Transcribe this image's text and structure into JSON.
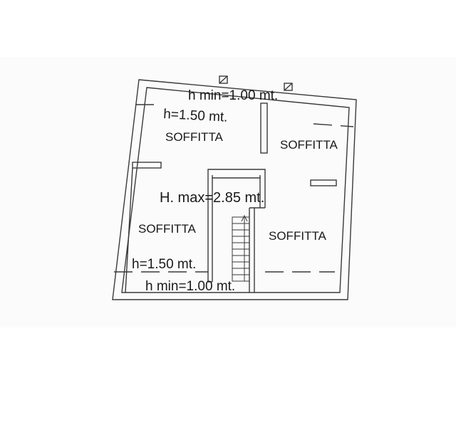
{
  "labels": {
    "top_h_min": "h min=1.00 mt.",
    "top_h": "h=1.50 mt.",
    "room_top_left": "SOFFITTA",
    "room_top_right": "SOFFITTA",
    "h_max": "H. max=2.85 mt.",
    "room_bottom_left": "SOFFITTA",
    "room_bottom_right": "SOFFITTA",
    "bottom_h": "h=1.50 mt.",
    "bottom_h_min": "h min=1.00 mt."
  },
  "colors": {
    "background": "#ffffff",
    "paper": "#fbfbfb",
    "wall_line": "#3a3a3a",
    "text": "#1a1a1a"
  }
}
